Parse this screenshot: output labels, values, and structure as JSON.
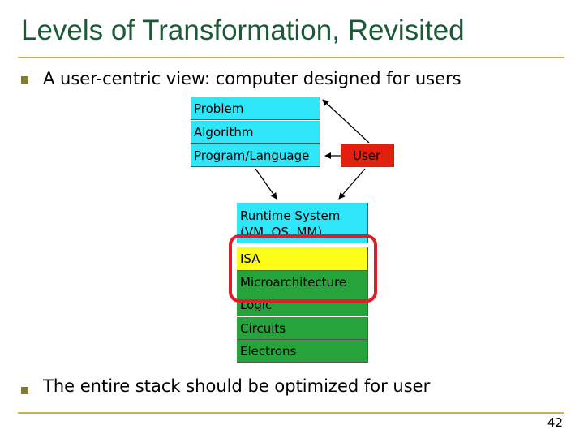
{
  "title": "Levels of Transformation, Revisited",
  "bullets": [
    "A user-centric view: computer designed for users",
    "The entire stack should be optimized for user"
  ],
  "stack_top": {
    "problem": "Problem",
    "algorithm": "Algorithm",
    "program": "Program/Language"
  },
  "user": "User",
  "stack_bottom": {
    "runtime_line1": "Runtime System",
    "runtime_line2": "(VM, OS, MM)",
    "isa": "ISA",
    "microarchitecture": "Microarchitecture",
    "logic": "Logic",
    "circuits": "Circuits",
    "electrons": "Electrons"
  },
  "page_number": "42",
  "colors": {
    "title": "#1c5a37",
    "rule": "#c9b04a",
    "cyan": "#2ee6f7",
    "green": "#27a33c",
    "yellow": "#fdfd1a",
    "user_box": "#e2200e",
    "highlight": "#e11d2a"
  }
}
